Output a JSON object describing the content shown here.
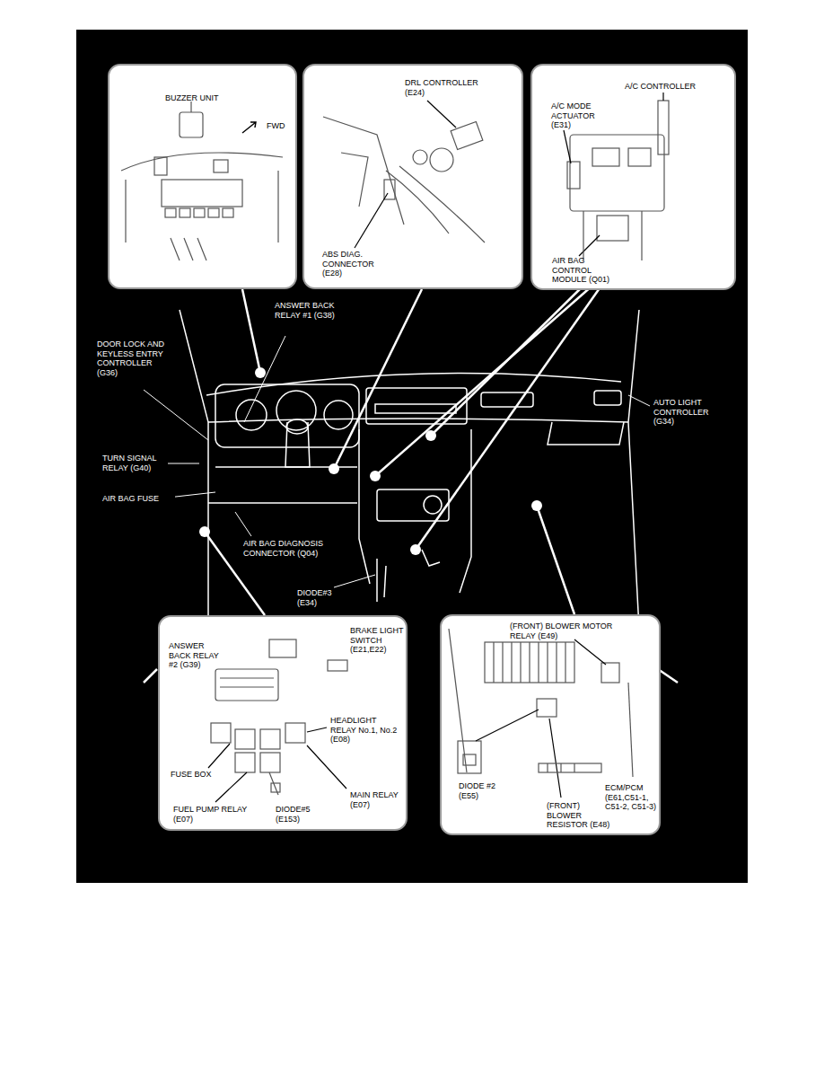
{
  "diagram": {
    "nodes": [
      {
        "text": [
          "BUZZER UNIT",
          "FWD"
        ]
      },
      {
        "text": [
          "DRL CONTROLLER (E24)",
          "ABS DIAG. CONNECTOR (E28)"
        ]
      },
      {
        "text": [
          "A/C CONTROLLER",
          "A/C MODE ACTUATOR (E31)",
          "AIR BAG CONTROL MODULE (Q01)"
        ]
      },
      {
        "text": [
          "ANSWER BACK RELAY #2 (G39)",
          "BRAKE LIGHT SWITCH (E21,E22)",
          "HEADLIGHT RELAY No.1, No.2 (E08)",
          "FUSE BOX",
          "FUEL PUMP RELAY (E07)",
          "DIODE#5 (E153)",
          "MAIN RELAY (E07)"
        ]
      },
      {
        "text": [
          "(FRONT) BLOWER MOTOR RELAY (E49)",
          "DIODE #2 (E55)",
          "(FRONT) BLOWER RESISTOR (E48)",
          "ECM/PCM (E61,C51-1, C51-2, C51-3)"
        ]
      }
    ],
    "labels": [
      "ANSWER BACK RELAY #1 (G38)",
      "DOOR LOCK AND KEYLESS ENTRY CONTROLLER (G36)",
      "TURN SIGNAL RELAY (G40)",
      "AIR BAG FUSE",
      "AIR BAG DIAGNOSIS CONNECTOR (Q04)",
      "DIODE#3 (E34)",
      "AUTO LIGHT CONTROLLER (G34)"
    ]
  }
}
